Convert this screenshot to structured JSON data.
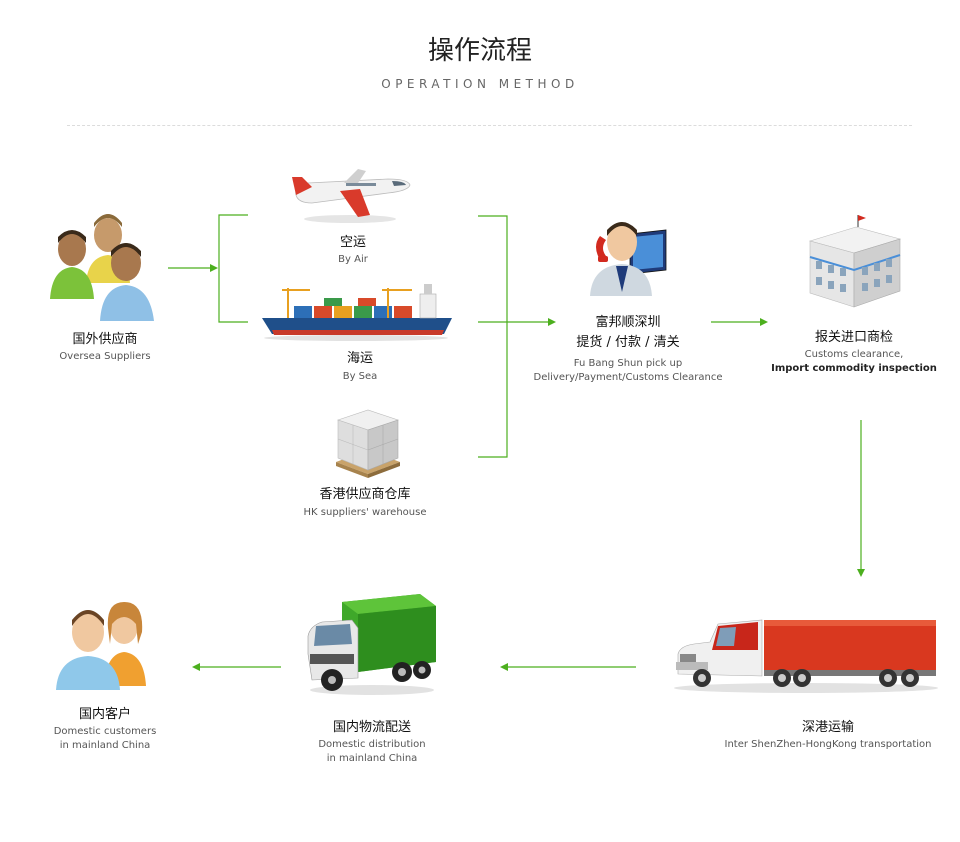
{
  "header": {
    "title": "操作流程",
    "subtitle": "OPERATION METHOD"
  },
  "nodes": {
    "oversea": {
      "zh": "国外供应商",
      "en": "Oversea Suppliers"
    },
    "air": {
      "zh": "空运",
      "en": "By Air"
    },
    "sea": {
      "zh": "海运",
      "en": "By Sea"
    },
    "hk_warehouse": {
      "zh": "香港供应商仓库",
      "en": "HK suppliers' warehouse"
    },
    "fubangshun": {
      "zh1": "富邦顺深圳",
      "zh2": "提货 / 付款 / 清关",
      "en1": "Fu Bang Shun pick up",
      "en2": "Delivery/Payment/Customs Clearance"
    },
    "customs": {
      "zh": "报关进口商检",
      "en1": "Customs clearance,",
      "en2": "Import commodity inspection"
    },
    "transport": {
      "zh": "深港运输",
      "en": "Inter ShenZhen-HongKong transportation"
    },
    "domestic_dist": {
      "zh": "国内物流配送",
      "en1": "Domestic distribution",
      "en2": "in mainland China"
    },
    "customers": {
      "zh": "国内客户",
      "en1": "Domestic customers",
      "en2": "in mainland China"
    }
  },
  "colors": {
    "arrow": "#4caf1e",
    "title": "#222222",
    "subtitle": "#666666"
  },
  "icons": {
    "oversea": "people-group-icon",
    "air": "airplane-icon",
    "sea": "cargo-ship-icon",
    "hk_warehouse": "boxes-pallet-icon",
    "fubangshun": "operator-phone-icon",
    "customs": "building-icon",
    "transport": "semi-truck-icon",
    "domestic_dist": "green-truck-icon",
    "customers": "customer-couple-icon"
  }
}
